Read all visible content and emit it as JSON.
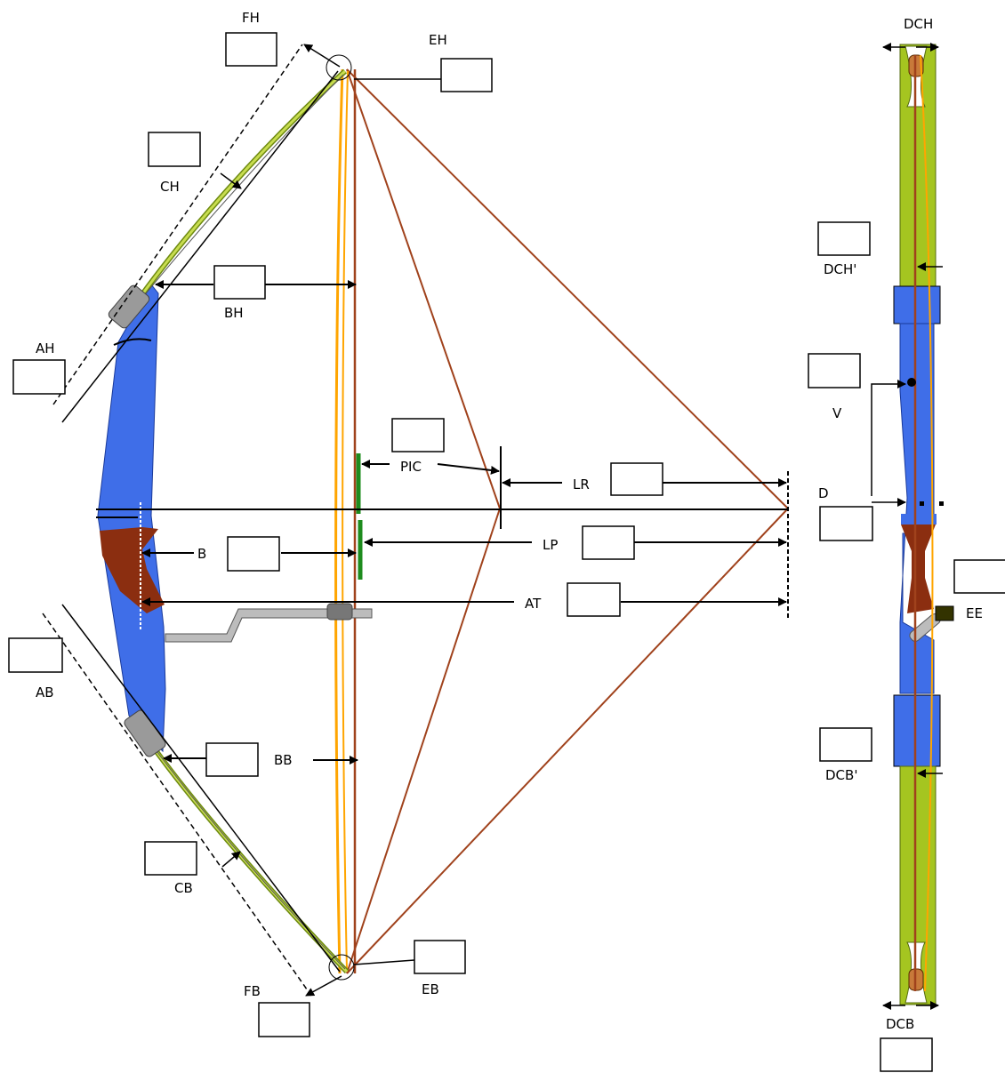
{
  "colors": {
    "riser": "#3f6ee8",
    "grip": "#8b2e10",
    "limb": "#a5c520",
    "bowstring": "#ffa500",
    "cable": "#a0421c",
    "arrow_rest": "#1e8c1e",
    "line": "#000000"
  },
  "labels": {
    "fh": "FH",
    "eh": "EH",
    "ch": "CH",
    "bh": "BH",
    "ah": "AH",
    "pic": "PIC",
    "lr": "LR",
    "b": "B",
    "lp": "LP",
    "at": "AT",
    "ab": "AB",
    "bb": "BB",
    "cb": "CB",
    "fb": "FB",
    "eb": "EB",
    "dch": "DCH",
    "dch_prime": "DCH'",
    "v": "V",
    "d": "D",
    "ee": "EE",
    "dcb_prime": "DCB'",
    "dcb": "DCB"
  },
  "inputs": {
    "fh": "",
    "eh": "",
    "ch": "",
    "bh": "",
    "ah": "",
    "pic": "",
    "lr": "",
    "b": "",
    "lp": "",
    "at": "",
    "ab": "",
    "bb": "",
    "cb": "",
    "fb": "",
    "eb": "",
    "dch_prime": "",
    "v": "",
    "d": "",
    "ee": "",
    "dcb_prime": "",
    "dcb": ""
  }
}
